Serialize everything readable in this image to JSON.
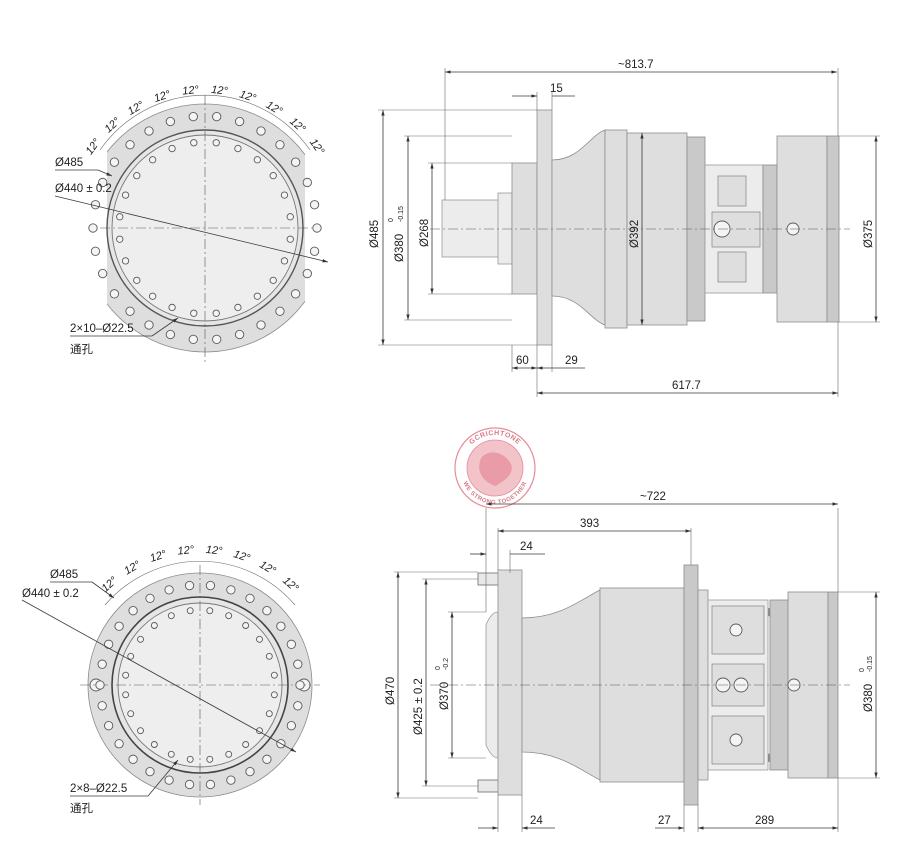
{
  "top_front": {
    "angle_labels": [
      "12°",
      "12°",
      "12°",
      "12°",
      "12°",
      "12°",
      "12°",
      "12°",
      "12°",
      "12°"
    ],
    "dia_outer": "Ø485",
    "dia_pcd": "Ø440 ± 0.2",
    "holes_label": "2×10–Ø22.5",
    "holes_note": "通孔"
  },
  "top_side": {
    "overall_length": "~813.7",
    "flange_thickness": "15",
    "dia_flange": "Ø485",
    "dia_pilot": "Ø380",
    "dia_pilot_tol_upper": "0",
    "dia_pilot_tol_lower": "-0.15",
    "dia_shaft": "Ø268",
    "dia_body": "Ø392",
    "dia_motor": "Ø375",
    "dim_a": "60",
    "dim_b": "29",
    "dim_c": "617.7"
  },
  "bottom_front": {
    "angle_labels": [
      "12°",
      "12°",
      "12°",
      "12°",
      "12°",
      "12°",
      "12°",
      "12°"
    ],
    "dia_outer": "Ø485",
    "dia_pcd": "Ø440 ± 0.2",
    "holes_label": "2×8–Ø22.5",
    "holes_note": "通孔"
  },
  "bottom_side": {
    "overall_length": "~722",
    "dim_393": "393",
    "dim_24_top": "24",
    "dia_470": "Ø470",
    "dia_425": "Ø425 ± 0.2",
    "dia_370": "Ø370",
    "dia_370_tol_upper": "0",
    "dia_370_tol_lower": "-0.2",
    "dia_380": "Ø380",
    "dia_380_tol_upper": "0",
    "dia_380_tol_lower": "-0.15",
    "dim_24_bot": "24",
    "dim_27": "27",
    "dim_289": "289"
  },
  "stamp": {
    "top_text": "GCRICHTONE",
    "bottom_text": "WE STRONG TOGETHER",
    "color": "#e58c98"
  }
}
